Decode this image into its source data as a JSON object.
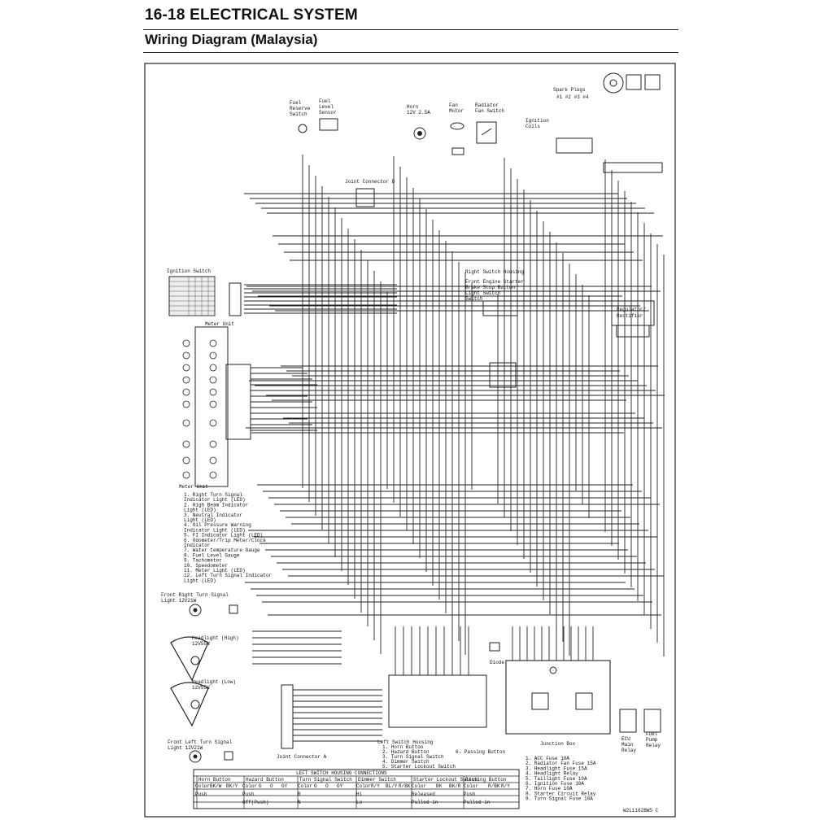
{
  "header": {
    "section_title": "16-18 ELECTRICAL SYSTEM",
    "subtitle": "Wiring Diagram (Malaysia)"
  },
  "labels": {
    "fuel_reserve": [
      "Fuel",
      "Reserve",
      "Switch"
    ],
    "fuel_level": [
      "Fuel",
      "Level",
      "Sensor"
    ],
    "horn": [
      "Horn",
      "12V 2.5A"
    ],
    "fan_motor": [
      "Fan",
      "Motor"
    ],
    "radiator_fan_switch": [
      "Radiator",
      "Fan Switch"
    ],
    "spark_plugs": "Spark Plugs",
    "spark_plug_numbers": "#1 #2 #3 #4",
    "ignition_coils": [
      "Ignition",
      "Coils"
    ],
    "joint_connector_d": "Joint Connector D",
    "ignition_switch": "Ignition Switch",
    "meter_unit": "Meter Unit",
    "right_switch_housing": "Right Switch Housing",
    "rsh_parts": [
      "Front Engine Starter",
      "Brake Stop  Button",
      "Light Switch",
      "Switch"
    ],
    "regulator": [
      "Regulator/",
      "Rectifier"
    ],
    "front_right_turn": [
      "Front Right Turn Signal",
      "Light 12V21W"
    ],
    "headlight_high": [
      "Headlight (High)",
      "12V55W"
    ],
    "headlight_low": [
      "Headlight (Low)",
      "12V55W"
    ],
    "front_left_turn": [
      "Front Left Turn Signal",
      "Light 12V21W"
    ],
    "joint_connector_a": "Joint Connector A",
    "diode": "Diode",
    "junction_box": "Junction Box",
    "ecu_relay": [
      "ECU",
      "Main",
      "Relay"
    ],
    "fuel_pump_relay": [
      "Fuel",
      "Pump",
      "Relay"
    ],
    "drawing_code": "W2L1162BWS C"
  },
  "meter_legend": [
    "1. Right Turn Signal",
    "   Indicator Light (LED)",
    "2. High Beam Indicator",
    "   Light (LED)",
    "3. Neutral Indicator",
    "   Light (LED)",
    "4. Oil Pressure Warning",
    "   Indicator Light (LED)",
    "5. FI Indicator Light (LED)",
    "6. Odometer/Trip Meter/Clock",
    "   Indicator",
    "7. Water temperature Gauge",
    "8. Fuel Level Gauge",
    "9. Tachometer",
    "10. Speedometer",
    "11. Meter Light (LED)",
    "12. Left Turn Signal Indicator",
    "    Light (LED)"
  ],
  "left_switch": {
    "title": "Left Switch Housing",
    "items": [
      "1. Horn Button",
      "2. Hazard Button",
      "3. Turn Signal Switch",
      "4. Dimmer Switch",
      "5. Starter Lockout Switch"
    ],
    "passing": "6. Passing Button"
  },
  "junction_legend": [
    "1. ACC Fuse 10A",
    "2. Radiator Fan Fuse 15A",
    "3. Headlight Fuse 15A",
    "4. Headlight Relay",
    "5. Taillight Fuse 10A",
    "6. Ignition Fuse 10A",
    "7. Horn Fuse 10A",
    "8. Starter Circuit Relay",
    "9. Turn Signal Fuse 10A"
  ],
  "connections_table": {
    "title": "LEFT SWITCH HOUSING CONNECTIONS",
    "groups": [
      "Horn Button",
      "Hazard Button",
      "Turn Signal Switch",
      "Dimmer Switch",
      "Starter Lockout Switch",
      "Passing Button"
    ],
    "row_color": [
      "Color",
      "BK/W",
      "BK/Y",
      "Color",
      "G",
      "O",
      "GY",
      "Color",
      "G",
      "O",
      "GY",
      "Color",
      "R/Y",
      "BL/Y",
      "R/BK",
      "Color",
      "BK",
      "BK/R",
      "Color",
      "R/BK",
      "R/Y"
    ],
    "row_a": [
      "Push",
      "",
      "",
      "Push",
      "",
      "",
      "",
      "R",
      "",
      "",
      "",
      "Hi",
      "",
      "",
      "",
      "Released",
      "",
      "",
      "Push",
      "",
      ""
    ],
    "row_b": [
      "",
      "",
      "",
      "Off(Push)",
      "",
      "",
      "",
      "N",
      "",
      "",
      "",
      "Lo",
      "",
      "",
      "",
      "Pulled in",
      "",
      "",
      "Pulled in",
      "",
      ""
    ]
  }
}
